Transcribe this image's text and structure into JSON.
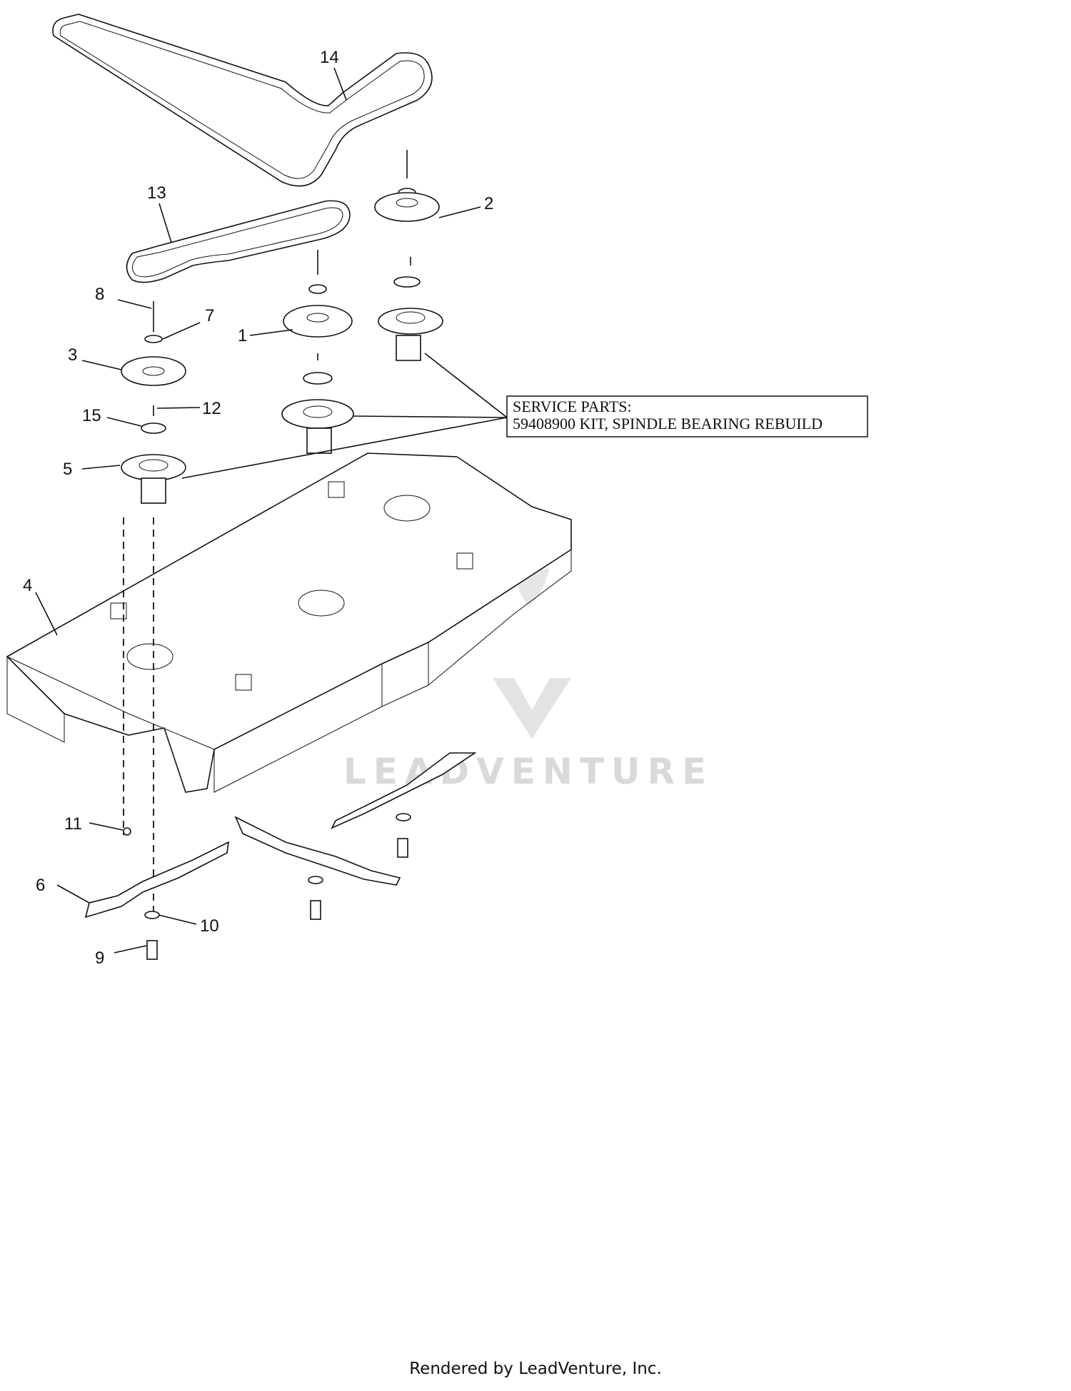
{
  "callouts": {
    "c1": "1",
    "c2": "2",
    "c3": "3",
    "c4": "4",
    "c5": "5",
    "c6": "6",
    "c7": "7",
    "c8": "8",
    "c9": "9",
    "c10": "10",
    "c11": "11",
    "c12": "12",
    "c13": "13",
    "c14": "14",
    "c15": "15"
  },
  "service_box": {
    "line1": "SERVICE PARTS:",
    "line2": "59408900 KIT, SPINDLE BEARING REBUILD"
  },
  "watermark": {
    "text": "LEADVENTURE"
  },
  "footer": {
    "text": "Rendered by LeadVenture, Inc."
  }
}
